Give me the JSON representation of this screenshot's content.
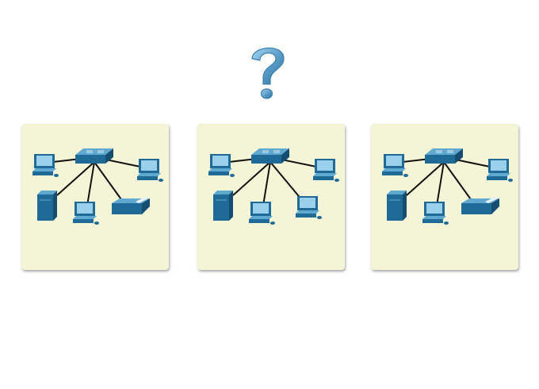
{
  "question_icon": "question-mark-icon",
  "colors": {
    "panel_bg": "#f3f5d6",
    "device_dark": "#1d5f86",
    "device_mid": "#2a7cab",
    "device_light": "#5fa8cf",
    "screen": "#9bd0ea",
    "cable": "#111111",
    "question_blue": "#5b9fcb"
  },
  "networks": [
    {
      "devices": [
        {
          "kind": "switch",
          "name": "switch"
        },
        {
          "kind": "pc",
          "name": "pc-top-left"
        },
        {
          "kind": "pc",
          "name": "pc-top-right"
        },
        {
          "kind": "server",
          "name": "server"
        },
        {
          "kind": "pc",
          "name": "pc-bottom"
        },
        {
          "kind": "printer",
          "name": "printer"
        }
      ]
    },
    {
      "devices": [
        {
          "kind": "switch",
          "name": "switch"
        },
        {
          "kind": "pc",
          "name": "pc-top-left"
        },
        {
          "kind": "pc",
          "name": "pc-top-right"
        },
        {
          "kind": "server",
          "name": "server"
        },
        {
          "kind": "pc",
          "name": "pc-bottom"
        },
        {
          "kind": "pc",
          "name": "pc-bottom-right"
        }
      ]
    },
    {
      "devices": [
        {
          "kind": "switch",
          "name": "switch"
        },
        {
          "kind": "pc",
          "name": "pc-top-left"
        },
        {
          "kind": "pc",
          "name": "pc-top-right"
        },
        {
          "kind": "server",
          "name": "server"
        },
        {
          "kind": "pc",
          "name": "pc-bottom"
        },
        {
          "kind": "printer",
          "name": "printer"
        }
      ]
    }
  ]
}
